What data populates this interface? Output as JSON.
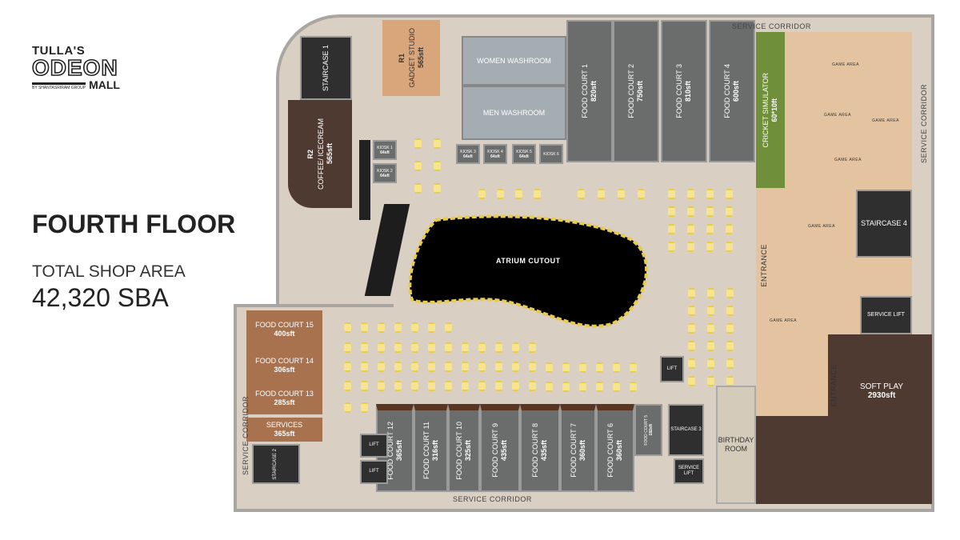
{
  "logo": {
    "brand": "TULLA'S",
    "name": "ODEON",
    "suffix": "MALL",
    "group": "BY SHANTASRIRAM GROUP"
  },
  "heading": {
    "floor": "FOURTH FLOOR",
    "area_label": "TOTAL SHOP AREA",
    "area_value": "42,320 SBA"
  },
  "rooms": {
    "staircase1": "STAIRCASE 1",
    "staircase2": "STAIRCASE 2",
    "staircase3": "STAIRCASE 3",
    "staircase4": "STAIRCASE 4",
    "r1": {
      "code": "R1",
      "name": "GADGET STUDIO",
      "size": "565sft"
    },
    "r2": {
      "code": "R2",
      "name": "COFFEE/ ICECREAM",
      "size": "565sft"
    },
    "women": "WOMEN WASHROOM",
    "men": "MEN WASHROOM",
    "kiosks": [
      {
        "name": "KIOSK 1",
        "size": "64sft"
      },
      {
        "name": "KIOSK 2",
        "size": "64sft"
      },
      {
        "name": "KIOSK 3",
        "size": "64sft"
      },
      {
        "name": "KIOSK 4",
        "size": "64sft"
      },
      {
        "name": "KIOSK 5",
        "size": "64sft"
      },
      {
        "name": "KIOSK 6",
        "size": ""
      }
    ],
    "top_courts": [
      {
        "name": "FOOD COURT 1",
        "size": "820sft"
      },
      {
        "name": "FOOD COURT 2",
        "size": "750sft"
      },
      {
        "name": "FOOD COURT 3",
        "size": "810sft"
      },
      {
        "name": "FOOD COURT 4",
        "size": "600sft"
      }
    ],
    "bottom_courts": [
      {
        "name": "FOOD COURT 12",
        "size": "365sft"
      },
      {
        "name": "FOOD COURT 11",
        "size": "316sft"
      },
      {
        "name": "FOOD COURT 10",
        "size": "325sft"
      },
      {
        "name": "FOOD COURT 9",
        "size": "435sft"
      },
      {
        "name": "FOOD COURT 8",
        "size": "435sft"
      },
      {
        "name": "FOOD COURT 7",
        "size": "360sft"
      },
      {
        "name": "FOOD COURT 6",
        "size": "360sft"
      }
    ],
    "fc5": {
      "name": "FOOD COURT 5",
      "size": "182sft"
    },
    "left_courts": [
      {
        "name": "FOOD COURT 15",
        "size": "400sft"
      },
      {
        "name": "FOOD COURT 14",
        "size": "306sft"
      },
      {
        "name": "FOOD COURT 13",
        "size": "285sft"
      },
      {
        "name": "SERVICES",
        "size": "365sft"
      }
    ],
    "atrium": "ATRIUM CUTOUT",
    "cricket": {
      "name": "CRICKET SIMULATOR",
      "size": "60*10ft"
    },
    "soft_play": {
      "name": "SOFT PLAY",
      "size": "2930sft"
    },
    "birthday": "BIRTHDAY ROOM",
    "lift": "LIFT",
    "service_lift": "SERVICE LIFT",
    "entrance": "ENTRANCE",
    "game_area": "GAME AREA",
    "service_corridor": "SERVICE CORRIDOR"
  }
}
